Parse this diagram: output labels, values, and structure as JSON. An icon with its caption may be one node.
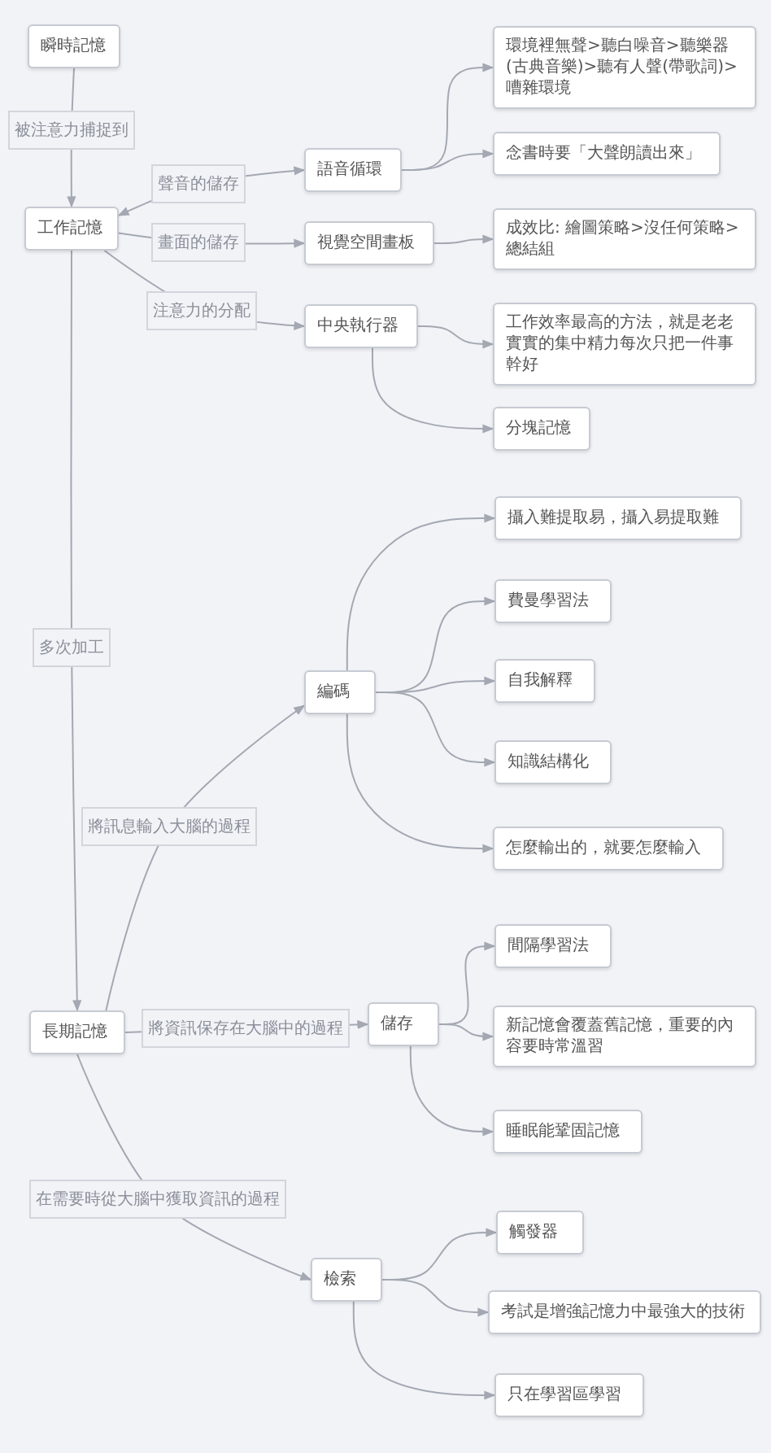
{
  "diagram": {
    "nodes": [
      {
        "text": [
          "瞬時記憶"
        ]
      },
      {
        "text": [
          "工作記憶"
        ]
      },
      {
        "text": [
          "語音循環"
        ]
      },
      {
        "text": [
          "視覺空間畫板"
        ]
      },
      {
        "text": [
          "中央執行器"
        ]
      },
      {
        "text": [
          "環境裡無聲>聽白噪音>聽樂器(古典音樂)>聽有人聲(帶歌詞)>嘈雜環境"
        ]
      },
      {
        "text": [
          "念書時要「大聲朗讀出來」"
        ]
      },
      {
        "text": [
          "成效比: 繪圖策略>沒任何策略>總結組"
        ]
      },
      {
        "text": [
          "工作效率最高的方法，就是老老實實的集中精力每次只把一件事幹好"
        ]
      },
      {
        "text": [
          "分塊記憶"
        ]
      },
      {
        "text": [
          "長期記憶"
        ]
      },
      {
        "text": [
          "編碼"
        ]
      },
      {
        "text": [
          "攝入難提取易，攝入易提取難"
        ]
      },
      {
        "text": [
          "費曼學習法"
        ]
      },
      {
        "text": [
          "自我解釋"
        ]
      },
      {
        "text": [
          "知識結構化"
        ]
      },
      {
        "text": [
          "怎麼輸出的，就要怎麼輸入"
        ]
      },
      {
        "text": [
          "儲存"
        ]
      },
      {
        "text": [
          "間隔學習法"
        ]
      },
      {
        "text": [
          "新記憶會覆蓋舊記憶，重要的內容要時常溫習"
        ]
      },
      {
        "text": [
          "睡眠能鞏固記憶"
        ]
      },
      {
        "text": [
          "檢索"
        ]
      },
      {
        "text": [
          "觸發器"
        ]
      },
      {
        "text": [
          "考試是增強記憶力中最強大的技術"
        ]
      },
      {
        "text": [
          "只在學習區學習"
        ]
      }
    ],
    "edges": [
      {
        "from": 0,
        "to": 1,
        "arrow": "to",
        "label": "被注意力捕捉到"
      },
      {
        "from": 1,
        "to": 2,
        "arrow": "both",
        "label": "聲音的儲存"
      },
      {
        "from": 1,
        "to": 3,
        "arrow": "to",
        "label": "畫面的儲存"
      },
      {
        "from": 1,
        "to": 4,
        "arrow": "to",
        "label": "注意力的分配"
      },
      {
        "from": 2,
        "to": 5,
        "arrow": "to"
      },
      {
        "from": 2,
        "to": 6,
        "arrow": "to"
      },
      {
        "from": 3,
        "to": 7,
        "arrow": "to"
      },
      {
        "from": 4,
        "to": 8,
        "arrow": "to"
      },
      {
        "from": 4,
        "to": 9,
        "arrow": "to"
      },
      {
        "from": 1,
        "to": 10,
        "arrow": "to",
        "label": "多次加工"
      },
      {
        "from": 10,
        "to": 11,
        "arrow": "to",
        "label": "將訊息輸入大腦的過程"
      },
      {
        "from": 11,
        "to": 12,
        "arrow": "to"
      },
      {
        "from": 11,
        "to": 13,
        "arrow": "to"
      },
      {
        "from": 11,
        "to": 14,
        "arrow": "to"
      },
      {
        "from": 11,
        "to": 15,
        "arrow": "to"
      },
      {
        "from": 11,
        "to": 16,
        "arrow": "to"
      },
      {
        "from": 10,
        "to": 17,
        "arrow": "to",
        "label": "將資訊保存在大腦中的過程"
      },
      {
        "from": 17,
        "to": 18,
        "arrow": "to"
      },
      {
        "from": 17,
        "to": 19,
        "arrow": "to"
      },
      {
        "from": 17,
        "to": 20,
        "arrow": "to"
      },
      {
        "from": 10,
        "to": 21,
        "arrow": "to",
        "label": "在需要時從大腦中獲取資訊的過程"
      },
      {
        "from": 21,
        "to": 22,
        "arrow": "to"
      },
      {
        "from": 21,
        "to": 23,
        "arrow": "to"
      },
      {
        "from": 21,
        "to": 24,
        "arrow": "to"
      }
    ]
  }
}
